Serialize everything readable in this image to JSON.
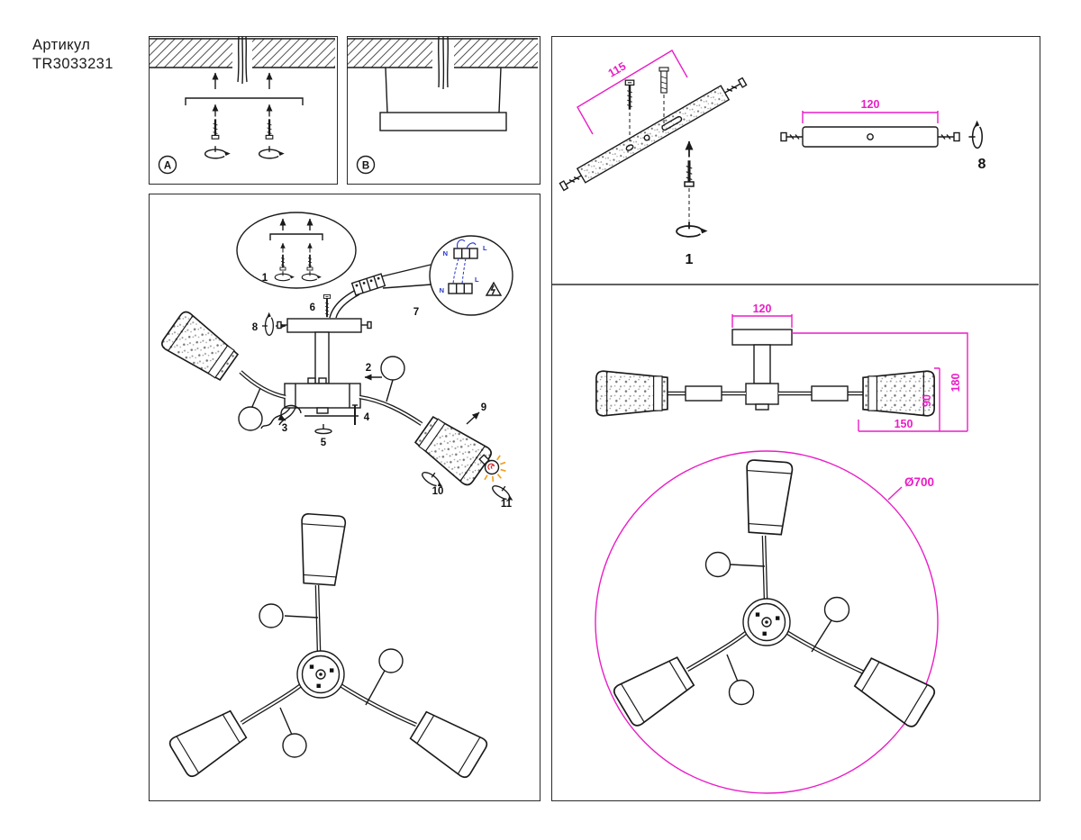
{
  "article": {
    "label": "Артикул",
    "number": "TR3033231"
  },
  "panels": {
    "a": {
      "label": "A"
    },
    "b": {
      "label": "B"
    }
  },
  "steps": {
    "s1": "1",
    "s2": "2",
    "s3": "3",
    "s4": "4",
    "s5": "5",
    "s6": "6",
    "s7": "7",
    "s8": "8",
    "s9": "9",
    "s10": "10",
    "s11": "11"
  },
  "wiring": {
    "neutral": "N",
    "live": "L"
  },
  "bracket_panel": {
    "dim_length": "115",
    "dim_plate": "120",
    "step_turn": "1",
    "step_plate": "8"
  },
  "side_view": {
    "dim_canopy": "120",
    "dim_height": "180",
    "dim_shade_height": "90",
    "dim_shade_width": "150"
  },
  "top_view": {
    "dim_diameter": "Ø700"
  },
  "colors": {
    "line": "#1a1a1a",
    "dimension": "#e91ec6",
    "wire": "#2233cc",
    "bulb_rays": "#f0a020",
    "bulb_mark": "#d42020"
  }
}
